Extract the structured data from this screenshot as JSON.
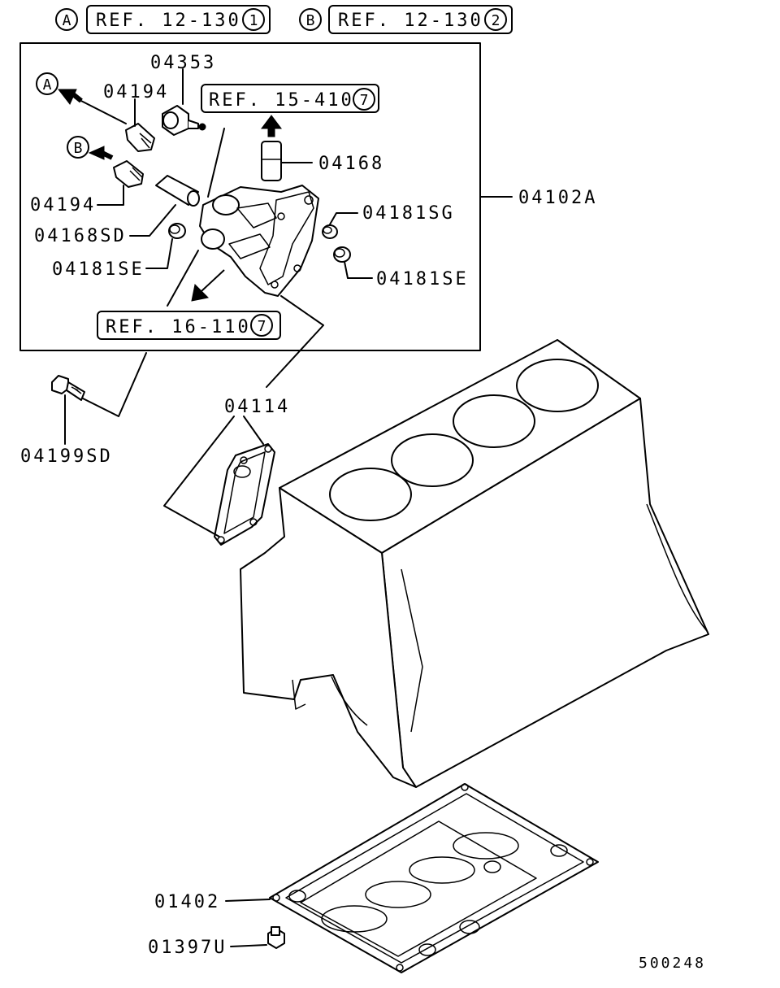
{
  "references": {
    "ref_a": {
      "marker": "A",
      "text": "REF. 12-130",
      "circle": "1"
    },
    "ref_b": {
      "marker": "B",
      "text": "REF. 12-130",
      "circle": "2"
    },
    "ref_15_410": {
      "text": "REF. 15-410",
      "circle": "7"
    },
    "ref_16_110": {
      "text": "REF. 16-110",
      "circle": "7"
    }
  },
  "markers": {
    "a": "A",
    "b": "B"
  },
  "parts": {
    "p04353": "04353",
    "p04194_top": "04194",
    "p04194_bottom": "04194",
    "p04168": "04168",
    "p04168sd": "04168SD",
    "p04181se_left": "04181SE",
    "p04181sg": "04181SG",
    "p04181se_right": "04181SE",
    "p04102a": "04102A",
    "p04199sd": "04199SD",
    "p04114": "04114",
    "p01402": "01402",
    "p01397u": "01397U"
  },
  "diagram_id": "500248"
}
